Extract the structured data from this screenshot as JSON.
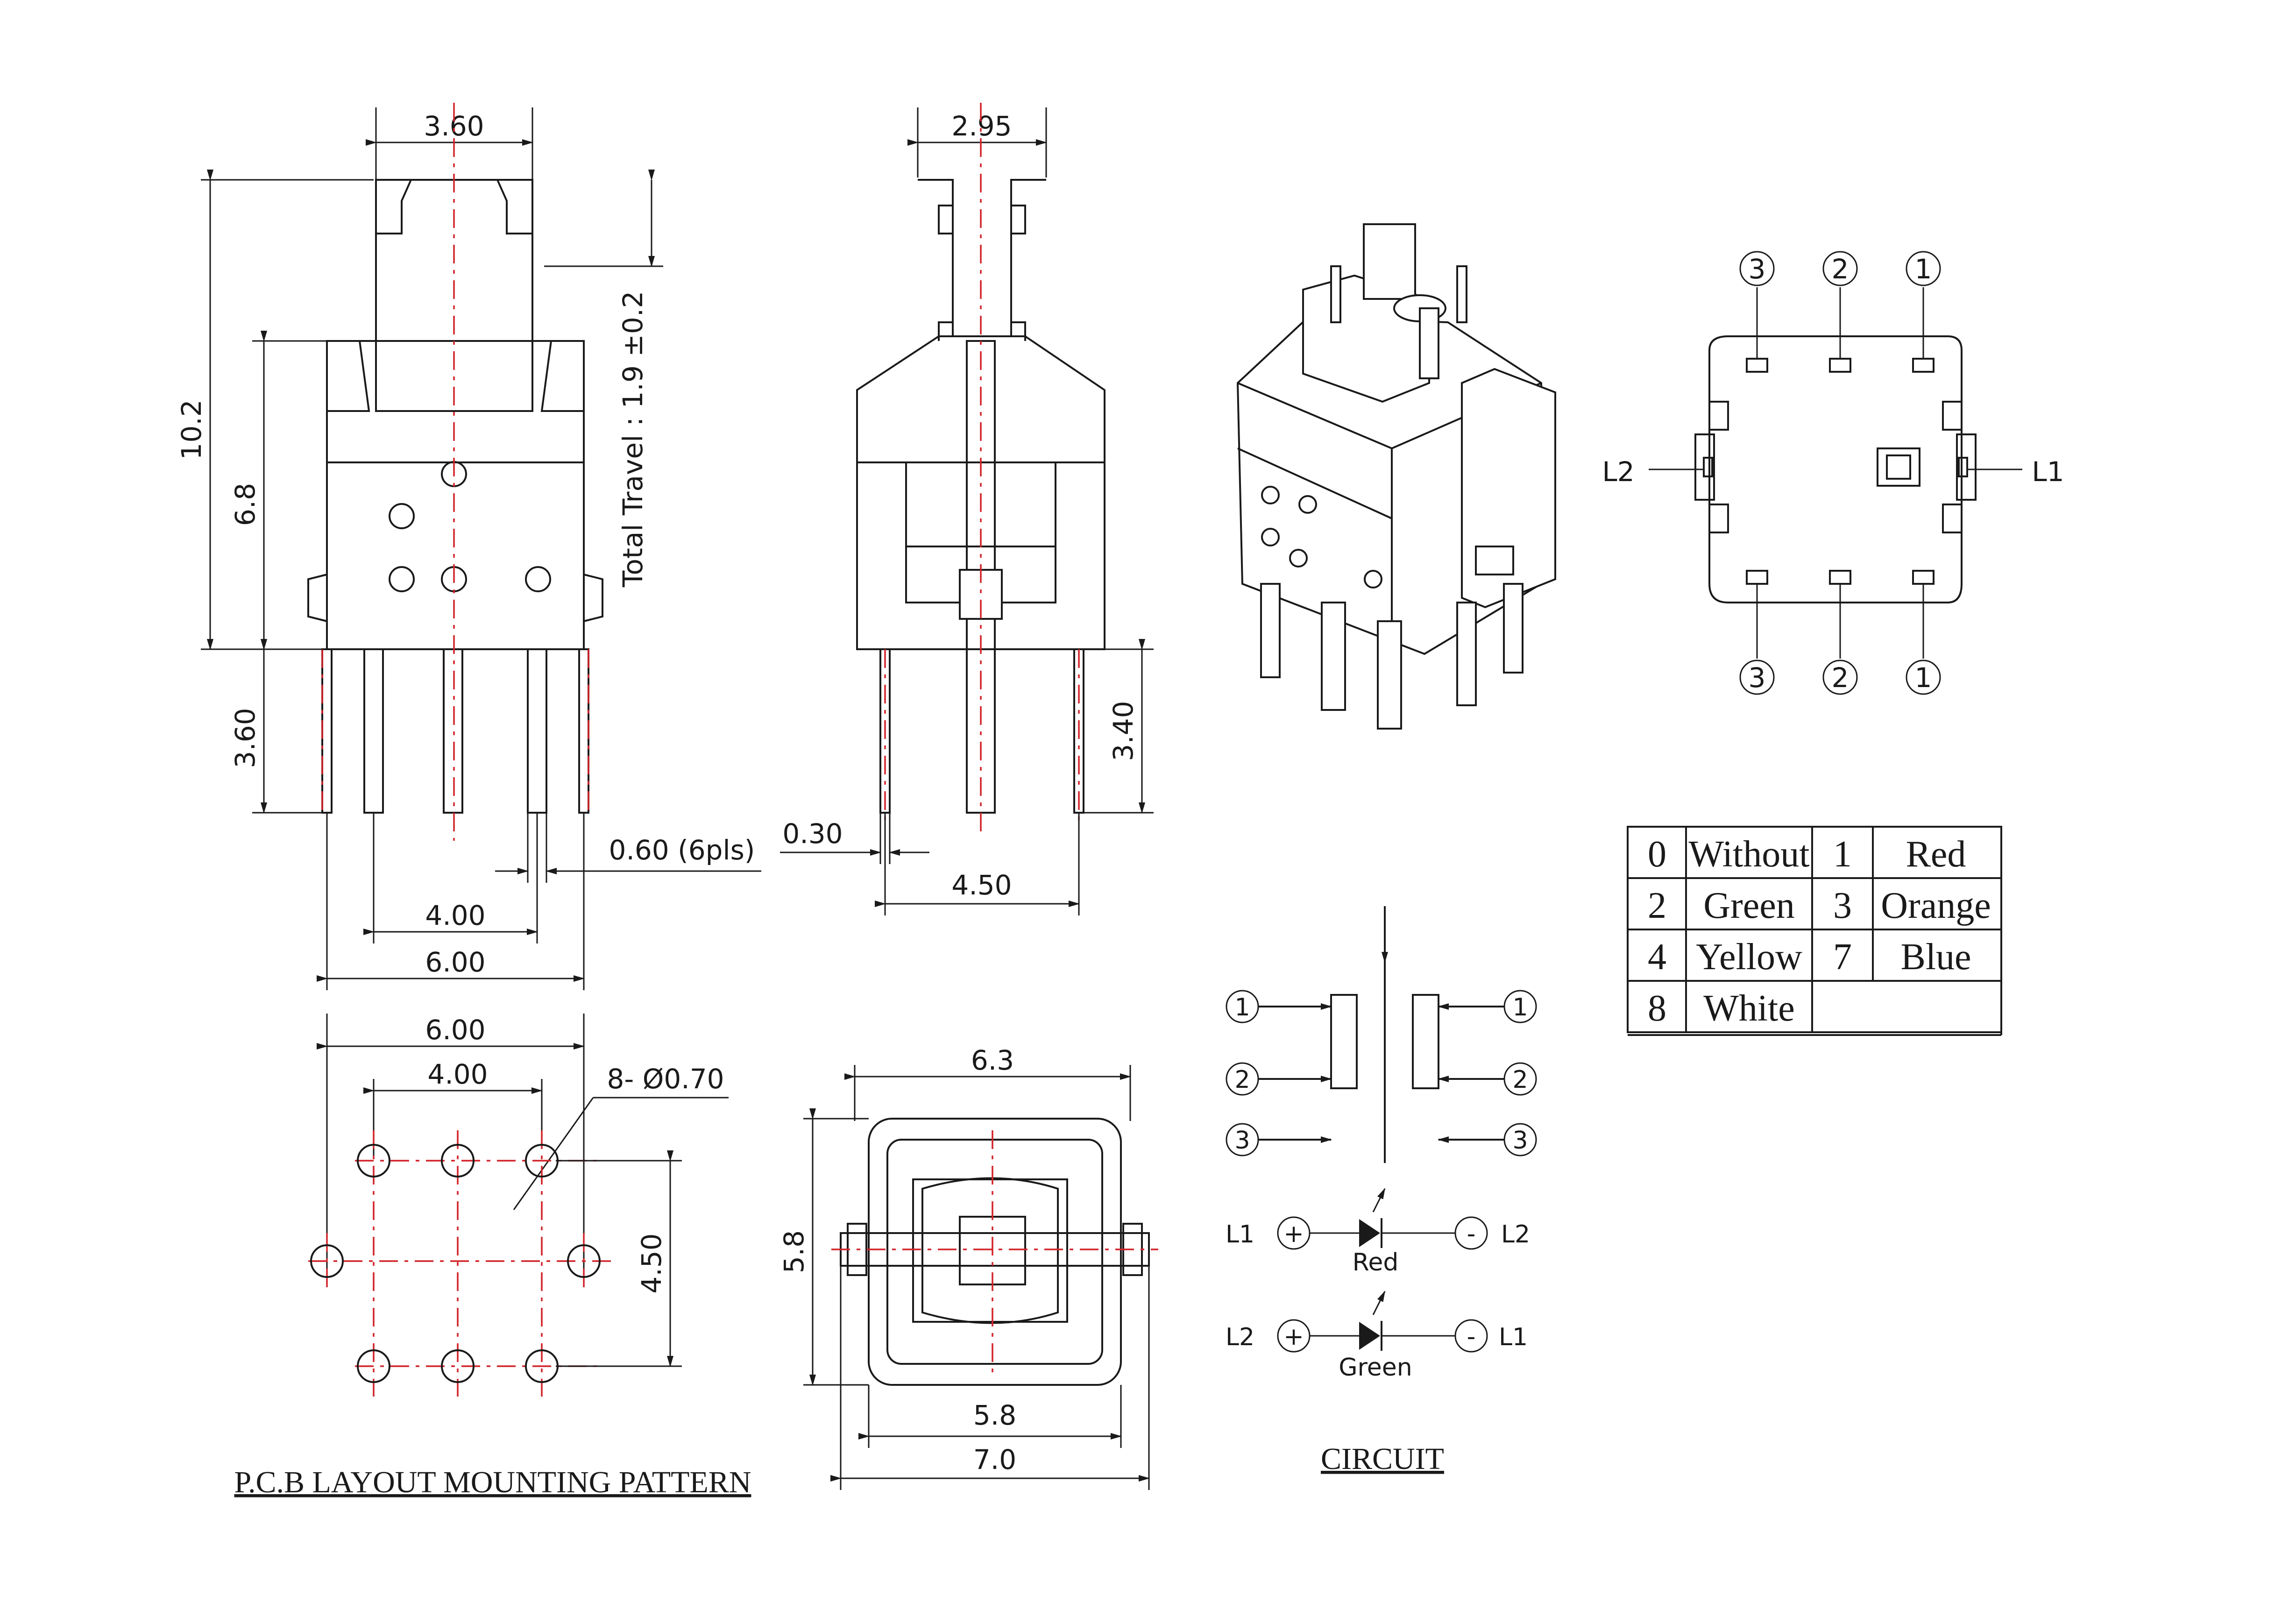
{
  "front_view": {
    "width_top": "3.60",
    "height_total": "10.2",
    "height_body": "6.8",
    "pin_length": "3.60",
    "travel": "Total Travel : 1.9 ±0.2",
    "pin_width": "0.60 (6pls)",
    "pitch_inner": "4.00",
    "pitch_outer": "6.00"
  },
  "side_view": {
    "width_top": "2.95",
    "pin_thickness": "0.30",
    "pin_pitch": "4.50",
    "pin_length": "3.40"
  },
  "pcb_layout": {
    "pitch_outer": "6.00",
    "pitch_inner": "4.00",
    "hole": "8- Ø0.70",
    "row_pitch": "4.50",
    "title": "P.C.B LAYOUT MOUNTING PATTERN"
  },
  "bottom_view": {
    "width_top": "6.3",
    "height": "5.8",
    "width_inner": "5.8",
    "width_outer": "7.0"
  },
  "pin_diagram": {
    "top_labels": [
      "3",
      "2",
      "1"
    ],
    "bottom_labels": [
      "3",
      "2",
      "1"
    ],
    "left_led": "L2",
    "right_led": "L1"
  },
  "circuit": {
    "left_terminals": [
      "1",
      "2",
      "3"
    ],
    "right_terminals": [
      "1",
      "2",
      "3"
    ],
    "led1": {
      "left": "L1",
      "right": "L2",
      "color": "Red",
      "plus": "+",
      "minus": "-"
    },
    "led2": {
      "left": "L2",
      "right": "L1",
      "color": "Green",
      "plus": "+",
      "minus": "-"
    },
    "title": "CIRCUIT"
  },
  "color_table": {
    "rows": [
      [
        "0",
        "Without",
        "1",
        "Red"
      ],
      [
        "2",
        "Green",
        "3",
        "Orange"
      ],
      [
        "4",
        "Yellow",
        "7",
        "Blue"
      ],
      [
        "8",
        "White",
        "",
        ""
      ]
    ]
  }
}
